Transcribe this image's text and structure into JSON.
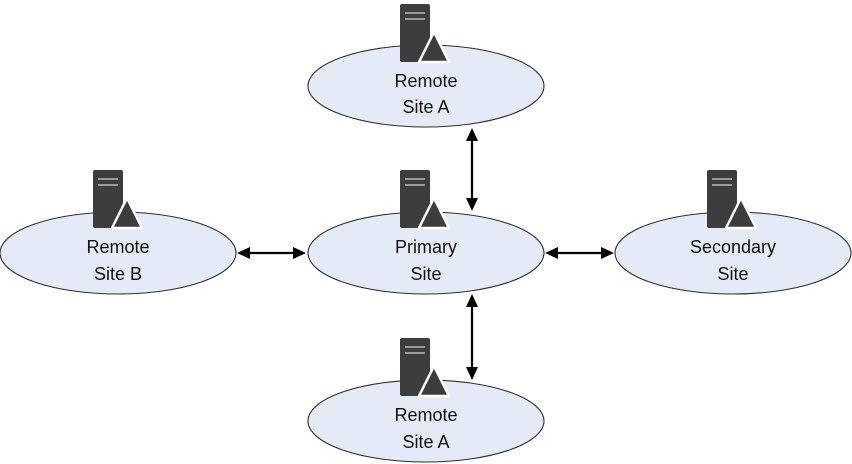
{
  "diagram": {
    "nodes": [
      {
        "id": "remote-site-a-top",
        "lines": [
          "Remote",
          "Site A"
        ],
        "icon": "server-warning-icon"
      },
      {
        "id": "remote-site-b",
        "lines": [
          "Remote",
          "Site B"
        ],
        "icon": "server-warning-icon"
      },
      {
        "id": "primary-site",
        "lines": [
          "Primary",
          "Site"
        ],
        "icon": "server-warning-icon"
      },
      {
        "id": "secondary-site",
        "lines": [
          "Secondary",
          "Site"
        ],
        "icon": "server-warning-icon"
      },
      {
        "id": "remote-site-a-bottom",
        "lines": [
          "Remote",
          "Site A"
        ],
        "icon": "server-warning-icon"
      }
    ],
    "links": [
      {
        "from": "primary-site",
        "to": "remote-site-a-top",
        "direction": "bidirectional"
      },
      {
        "from": "primary-site",
        "to": "remote-site-b",
        "direction": "bidirectional"
      },
      {
        "from": "primary-site",
        "to": "secondary-site",
        "direction": "bidirectional"
      },
      {
        "from": "primary-site",
        "to": "remote-site-a-bottom",
        "direction": "bidirectional"
      }
    ],
    "colors": {
      "node_fill": "#e4ebf6",
      "node_stroke": "#2f2f2f",
      "icon": "#3d3d3d",
      "arrow": "#000000"
    }
  }
}
